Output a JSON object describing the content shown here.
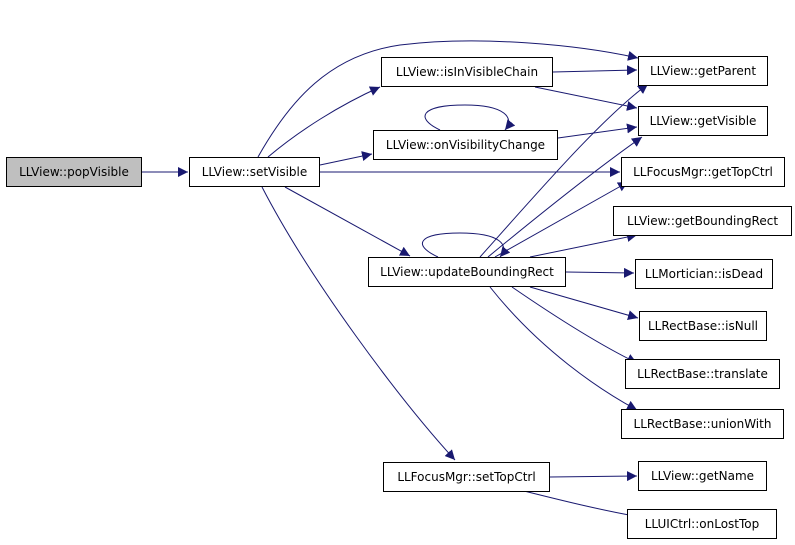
{
  "colors": {
    "edge": "#191970",
    "node_border": "#000000",
    "root_fill": "#bfbfbf",
    "node_fill": "#ffffff"
  },
  "nodes": {
    "pop_visible": "LLView::popVisible",
    "set_visible": "LLView::setVisible",
    "is_in_visible_chain": "LLView::isInVisibleChain",
    "on_visibility_change": "LLView::onVisibilityChange",
    "update_bounding_rect": "LLView::updateBoundingRect",
    "focus_set_top_ctrl": "LLFocusMgr::setTopCtrl",
    "get_parent": "LLView::getParent",
    "get_visible": "LLView::getVisible",
    "focus_get_top_ctrl": "LLFocusMgr::getTopCtrl",
    "get_bounding_rect": "LLView::getBoundingRect",
    "mortician_is_dead": "LLMortician::isDead",
    "rect_is_null": "LLRectBase::isNull",
    "rect_translate": "LLRectBase::translate",
    "rect_union_with": "LLRectBase::unionWith",
    "get_name": "LLView::getName",
    "uictrl_on_lost_top": "LLUICtrl::onLostTop"
  }
}
